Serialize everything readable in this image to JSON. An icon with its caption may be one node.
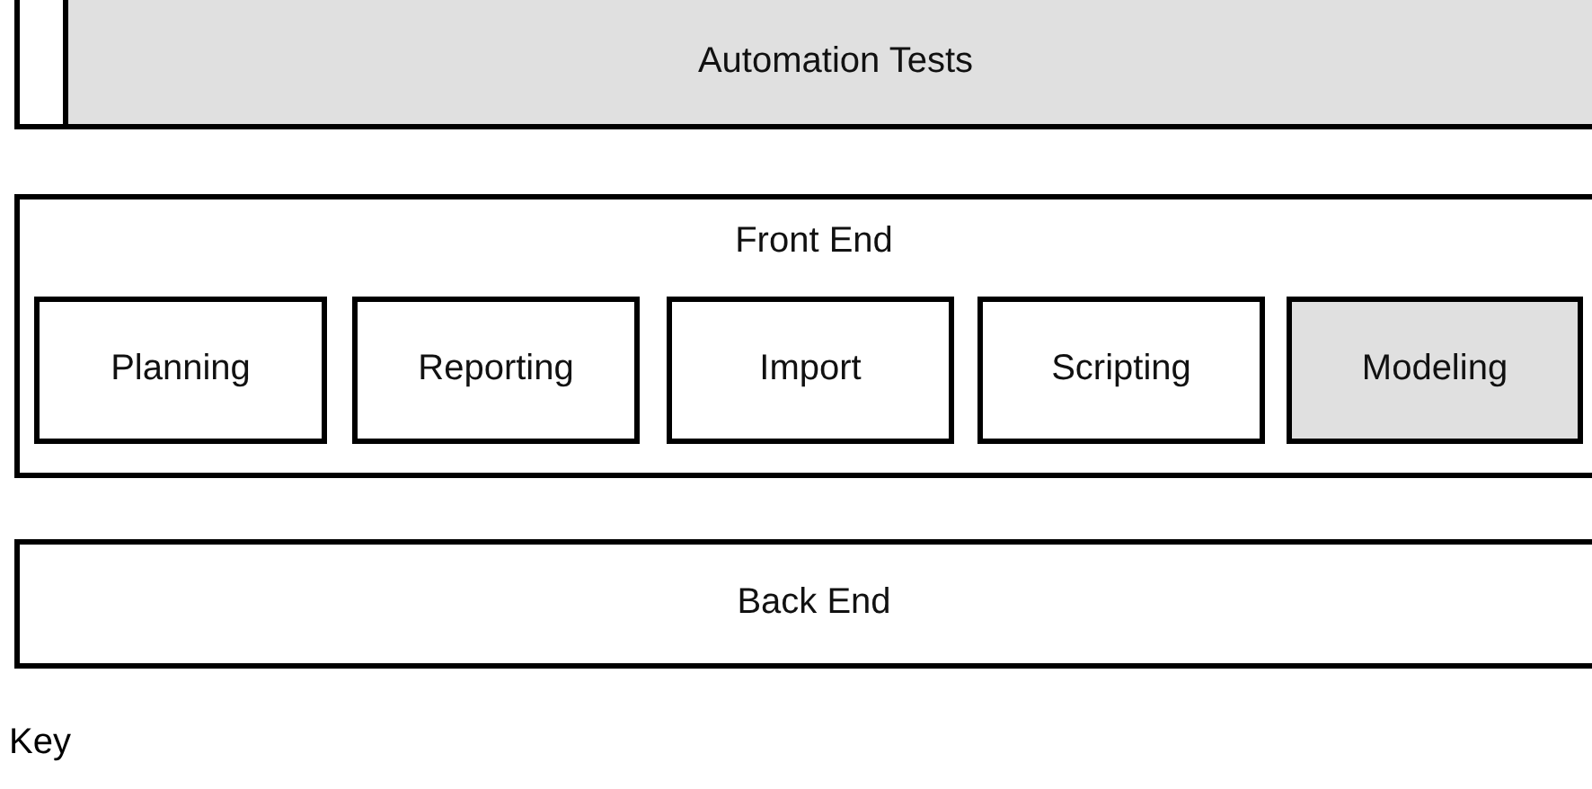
{
  "diagram": {
    "nodes": [
      {
        "text": [
          "Automation Tests"
        ]
      },
      {
        "text": [
          "Front End"
        ]
      },
      {
        "text": [
          "Planning"
        ],
        "in": 1
      },
      {
        "text": [
          "Reporting"
        ],
        "in": 1
      },
      {
        "text": [
          "Import"
        ],
        "in": 1
      },
      {
        "text": [
          "Scripting"
        ],
        "in": 1
      },
      {
        "text": [
          "Modeling"
        ],
        "in": 1
      },
      {
        "text": [
          "Back End"
        ]
      }
    ],
    "labels": [
      "Key"
    ]
  }
}
